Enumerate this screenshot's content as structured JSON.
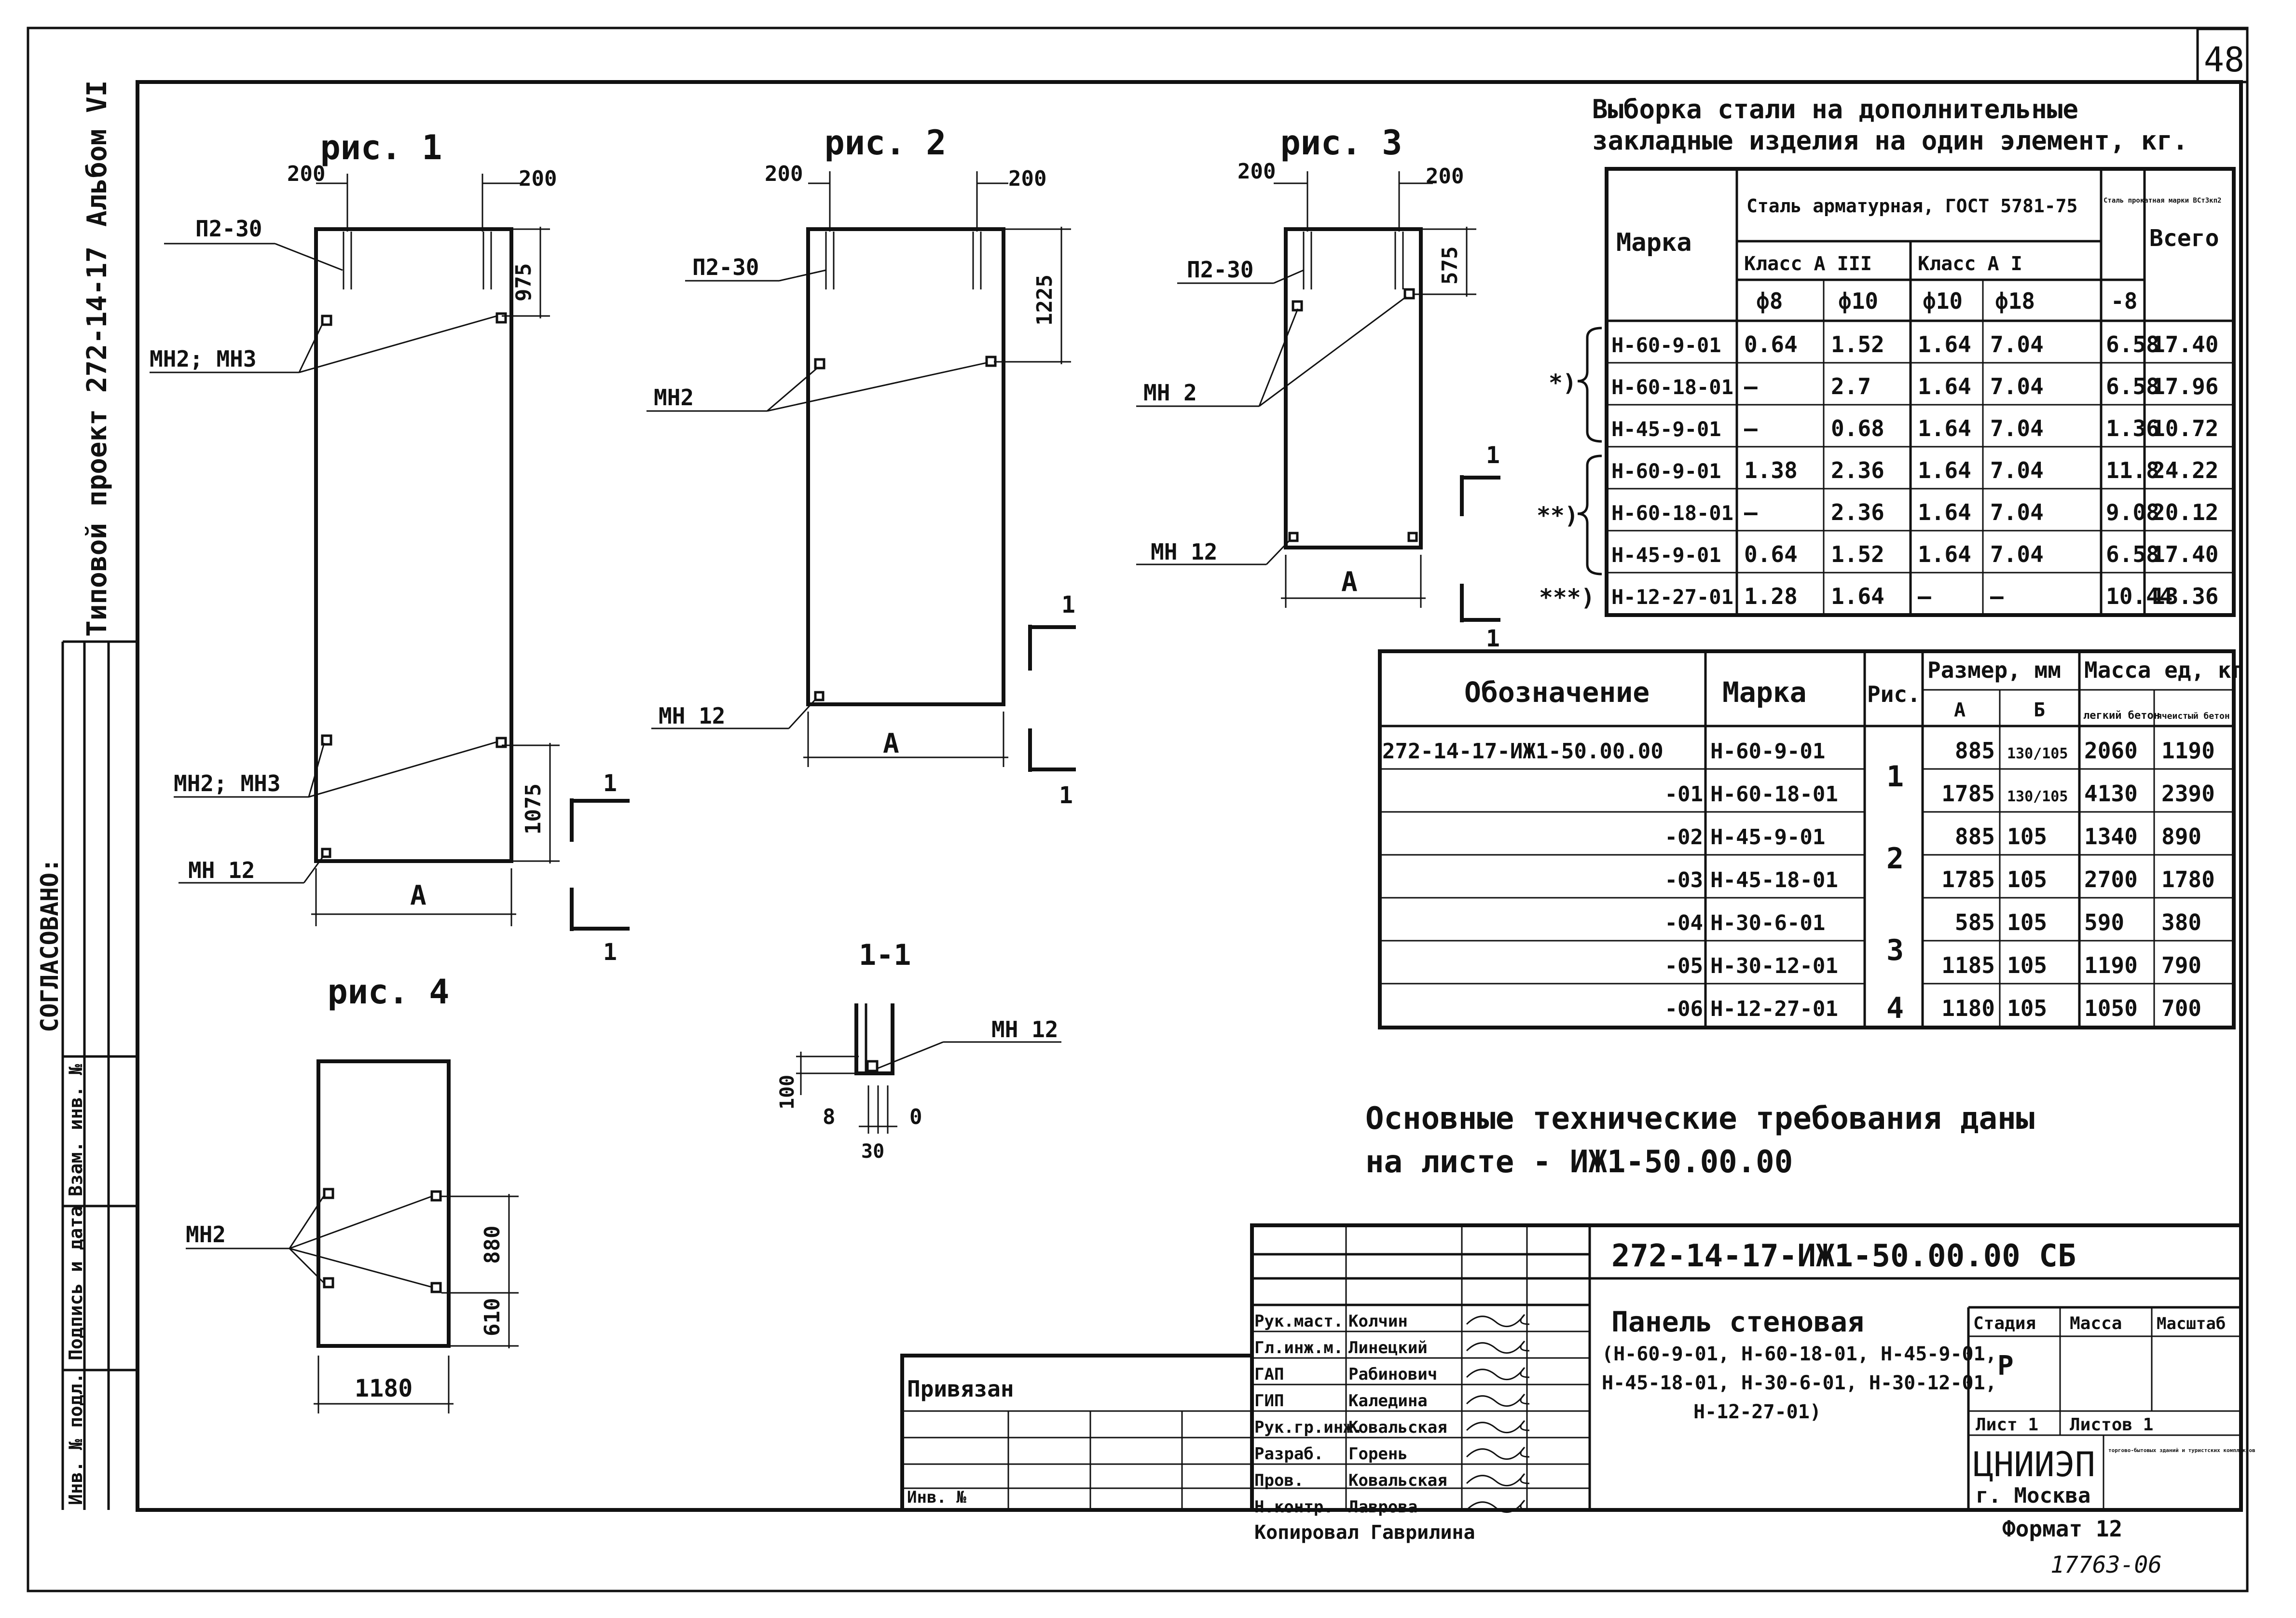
{
  "sheet_number": "48",
  "margin": {
    "album": "Альбом VI",
    "project": "Типовой проект 272-14-17",
    "agreed": "СОГЛАСОВАНО:",
    "stamp_labels": [
      "Инв. № подл.",
      "Подпись и дата",
      "Взам. инв. №"
    ]
  },
  "figures": {
    "fig1": {
      "title": "рис. 1",
      "dim_left": "200",
      "dim_right": "200",
      "dim_top": "975",
      "dim_bottom": "1075",
      "width_label": "А",
      "callouts": {
        "p2": "П2-30",
        "mn2": "МН2; МН3",
        "mn2b": "МН2; МН3",
        "mn12": "МН 12"
      }
    },
    "fig2": {
      "title": "рис. 2",
      "dim_left": "200",
      "dim_right": "200",
      "dim_top": "1225",
      "width_label": "А",
      "callouts": {
        "p2": "П2-30",
        "mn2": "МН2",
        "mn12": "МН 12"
      }
    },
    "fig3": {
      "title": "рис. 3",
      "dim_left": "200",
      "dim_right": "200",
      "dim_top": "575",
      "width_label": "А",
      "callouts": {
        "p2": "П2-30",
        "mn2": "МН 2",
        "mn12": "МН 12"
      }
    },
    "fig4": {
      "title": "рис. 4",
      "dim_top": "880",
      "dim_bottom": "610",
      "width": "1180",
      "callouts": {
        "mn2": "МН2"
      }
    },
    "section": {
      "title": "1-1",
      "callout": "МН 12",
      "dim_gap": "30",
      "dim_h": "100",
      "label_left": "8",
      "label_right": "0"
    },
    "cut_mark": "1"
  },
  "steel_table": {
    "title_line1": "Выборка стали на дополнительные",
    "title_line2": "закладные изделия на один элемент, кг.",
    "col_marka": "Марка",
    "col_rebar": "Сталь арматурная, ГОСТ 5781-75",
    "col_class3": "Класс А III",
    "col_class1": "Класс А I",
    "col_rolled": "Сталь прокатная марки ВСт3кп2",
    "col_total": "Всего",
    "sub_cols": [
      "ф8",
      "ф10",
      "ф10",
      "ф18",
      "-8"
    ],
    "group_marks": [
      "*)",
      "**)",
      "***)"
    ],
    "rows": [
      [
        "Н-60-9-01",
        "0.64",
        "1.52",
        "1.64",
        "7.04",
        "6.58",
        "17.40"
      ],
      [
        "Н-60-18-01",
        "—",
        "2.7",
        "1.64",
        "7.04",
        "6.58",
        "17.96"
      ],
      [
        "Н-45-9-01",
        "—",
        "0.68",
        "1.64",
        "7.04",
        "1.36",
        "10.72"
      ],
      [
        "Н-60-9-01",
        "1.38",
        "2.36",
        "1.64",
        "7.04",
        "11.8",
        "24.22"
      ],
      [
        "Н-60-18-01",
        "—",
        "2.36",
        "1.64",
        "7.04",
        "9.08",
        "20.12"
      ],
      [
        "Н-45-9-01",
        "0.64",
        "1.52",
        "1.64",
        "7.04",
        "6.58",
        "17.40"
      ],
      [
        "Н-12-27-01",
        "1.28",
        "1.64",
        "—",
        "—",
        "10.44",
        "13.36"
      ]
    ]
  },
  "spec_table": {
    "col_designation": "Обозначение",
    "col_marka": "Марка",
    "col_fig": "Рис.",
    "col_size": "Размер, мм",
    "col_a": "А",
    "col_b": "Б",
    "col_mass": "Масса ед, кг",
    "col_light": "легкий бетон",
    "col_cell": "ячеистый бетон",
    "rows": [
      {
        "des": "272-14-17-ИЖ1-50.00.00",
        "marka": "Н-60-9-01",
        "a": "885",
        "b": "130/105",
        "light": "2060",
        "cell": "1190"
      },
      {
        "des": "-01",
        "marka": "Н-60-18-01",
        "a": "1785",
        "b": "130/105",
        "light": "4130",
        "cell": "2390"
      },
      {
        "des": "-02",
        "marka": "Н-45-9-01",
        "a": "885",
        "b": "105",
        "light": "1340",
        "cell": "890"
      },
      {
        "des": "-03",
        "marka": "Н-45-18-01",
        "a": "1785",
        "b": "105",
        "light": "2700",
        "cell": "1780"
      },
      {
        "des": "-04",
        "marka": "Н-30-6-01",
        "a": "585",
        "b": "105",
        "light": "590",
        "cell": "380"
      },
      {
        "des": "-05",
        "marka": "Н-30-12-01",
        "a": "1185",
        "b": "105",
        "light": "1190",
        "cell": "790"
      },
      {
        "des": "-06",
        "marka": "Н-12-27-01",
        "a": "1180",
        "b": "105",
        "light": "1050",
        "cell": "700"
      }
    ],
    "fig_groups": [
      "1",
      "2",
      "3",
      "4"
    ]
  },
  "notes": {
    "line1": "Основные технические требования даны",
    "line2": "на листе - ИЖ1-50.00.00"
  },
  "title_block": {
    "code": "272-14-17-ИЖ1-50.00.00 СБ",
    "name": "Панель стеновая",
    "marks_line1": "(Н-60-9-01, Н-60-18-01, Н-45-9-01,",
    "marks_line2": "Н-45-18-01, Н-30-6-01, Н-30-12-01,",
    "marks_line3": "Н-12-27-01)",
    "stage_header": "Стадия",
    "mass_header": "Масса",
    "scale_header": "Масштаб",
    "stage_value": "Р",
    "sheet_label": "Лист 1",
    "sheets_label": "Листов 1",
    "org": "ЦНИИЭП",
    "org_desc": "торгово-бытовых зданий и туристских комплексов",
    "city": "г. Москва",
    "bound": "Привязан",
    "inv_no": "Инв. №",
    "staff": [
      {
        "role": "Рук.маст.",
        "name": "Колчин"
      },
      {
        "role": "Гл.инж.м.",
        "name": "Линецкий"
      },
      {
        "role": "ГАП",
        "name": "Рабинович"
      },
      {
        "role": "ГИП",
        "name": "Каледина"
      },
      {
        "role": "Рук.гр.инж.",
        "name": "Ковальская"
      },
      {
        "role": "Разраб.",
        "name": "Горень"
      },
      {
        "role": "Пров.",
        "name": "Ковальская"
      },
      {
        "role": "Н.контр.",
        "name": "Лаврова"
      }
    ],
    "copied": "Копировал Гаврилина",
    "format": "Формат 12",
    "archive": "17763-06"
  }
}
